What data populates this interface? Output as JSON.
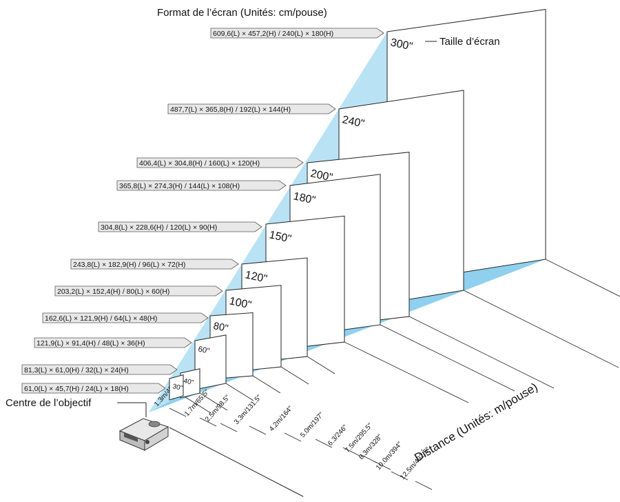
{
  "diagram": {
    "header": "Format de l’écran (Unités: cm/pouse)",
    "screen_size_label": "Taille d’écran",
    "lens_center_label": "Centre de l’objectif",
    "distance_axis_label": "Distance (Unités: m/pouse)",
    "screens": [
      {
        "size": "30\"",
        "dims": "61,0(L) × 45,7(H) / 24(L) × 18(H)",
        "distance": "1.3m/49\""
      },
      {
        "size": "40\"",
        "dims": "81,3(L) × 61,0(H) / 32(L) × 24(H)",
        "distance": "1.7m/65.5\""
      },
      {
        "size": "60\"",
        "dims": "121,9(L) × 91,4(H) / 48(L) × 36(H)",
        "distance": "2.5m/98.5\""
      },
      {
        "size": "80\"",
        "dims": "162,6(L) × 121,9(H) / 64(L) × 48(H)",
        "distance": "3.3m/131.5\""
      },
      {
        "size": "100\"",
        "dims": "203,2(L) × 152,4(H) / 80(L) × 60(H)",
        "distance": "4.2m/164\""
      },
      {
        "size": "120\"",
        "dims": "243,8(L) × 182,9(H) / 96(L) × 72(H)",
        "distance": "5.0m/197\""
      },
      {
        "size": "150\"",
        "dims": "304,8(L) × 228,6(H) / 120(L) × 90(H)",
        "distance": "6.3/246\""
      },
      {
        "size": "180\"",
        "dims": "365,8(L) × 274,3(H) / 144(L) × 108(H)",
        "distance": "7.5m/295.5\""
      },
      {
        "size": "200\"",
        "dims": "406,4(L) × 304,8(H) / 160(L) × 120(H)",
        "distance": "8.3m/328\""
      },
      {
        "size": "240\"",
        "dims": "487,7(L) × 365,8(H) / 192(L) × 144(H)",
        "distance": "10.0m/394\""
      },
      {
        "size": "300\"",
        "dims": "609,6(L) × 457,2(H) / 240(L) × 180(H)",
        "distance": "12.5m/492.5\""
      }
    ],
    "colors": {
      "beam": "#b9e3f5",
      "beam_dark": "#8fd0ee",
      "label_box": "#e8e8e8",
      "line": "#222222",
      "screen": "#ffffff"
    },
    "icons": {
      "projector": "projector-icon"
    }
  }
}
